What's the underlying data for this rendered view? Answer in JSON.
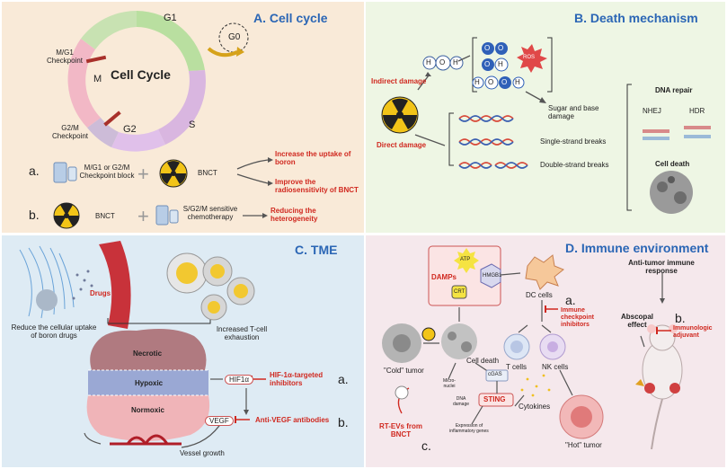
{
  "panelA": {
    "title": "A. Cell cycle",
    "cycle_center": "Cell Cycle",
    "phases": {
      "g1": "G1",
      "g0": "G0",
      "m": "M",
      "g2": "G2",
      "s": "S"
    },
    "checkpoint_mg1": "M/G1",
    "checkpoint_mg1_sub": "Checkpoint",
    "checkpoint_g2m": "G2/M",
    "checkpoint_g2m_sub": "Checkpoint",
    "row_a": {
      "label": "a.",
      "drug": "M/G1 or G2/M Checkpoint block",
      "therapy": "BNCT",
      "outcome1": "Increase the  uptake of boron",
      "outcome2": "Improve the radiosensitivity of BNCT"
    },
    "row_b": {
      "label": "b.",
      "therapy": "BNCT",
      "drug": "S/G2/M sensitive chemotherapy",
      "outcome": "Reducing the heterogeneity"
    }
  },
  "panelB": {
    "title": "B. Death mechanism",
    "indirect": "Indirect damage",
    "direct": "Direct damage",
    "ros": "ROS",
    "sugar": "Sugar and base damage",
    "ssb": "Single-strand breaks",
    "dsb": "Double-strand breaks",
    "dna_repair": "DNA repair",
    "nhej": "NHEJ",
    "hdr": "HDR",
    "cell_death": "Cell death",
    "molecule_atoms": [
      "H",
      "O",
      "H",
      "O",
      "O",
      "O",
      "H",
      "H",
      "O",
      "O",
      "H"
    ]
  },
  "panelC": {
    "title": "C. TME",
    "drugs": "Drugs",
    "reduce": "Reduce the cellular uptake of boron drugs",
    "tcell": "Increased T-cell exhaustion",
    "necrotic": "Necrotic",
    "hypoxic": "Hypoxic",
    "normoxic": "Normoxic",
    "hif": "HIF1α",
    "hif_inhib": "HIF-1α-targeted inhibitors",
    "vegf": "VEGF",
    "anti_vegf": "Anti-VEGF antibodies",
    "vessel": "Vessel growth",
    "label_a": "a.",
    "label_b": "b."
  },
  "panelD": {
    "title": "D. Immune environment",
    "damps": "DAMPs",
    "atp": "ATP",
    "hmgb1": "HMGB1",
    "crt": "CRT",
    "dc": "DC cells",
    "label_a": "a.",
    "checkpoint_inhib": "Immune checkpoint inhibitors",
    "anti_tumor": "Anti-tumor immune response",
    "abscopal": "Abscopal effect",
    "label_b": "b.",
    "adjuvant": "Immunologic adjuvant",
    "cold": "\"Cold\" tumor",
    "cell_death": "Cell death",
    "tcells": "T cells",
    "nk": "NK cells",
    "micronuclei": "Micro-nuclei",
    "cgas": "cGAS",
    "dna_damage": "DNA damage",
    "sting": "STING",
    "expression": "Expression of inflammatory genes",
    "cytokines": "Cytokines",
    "hot": "\"Hot\" tumor",
    "rtevs": "RT-EVs from BNCT",
    "label_c": "c."
  }
}
